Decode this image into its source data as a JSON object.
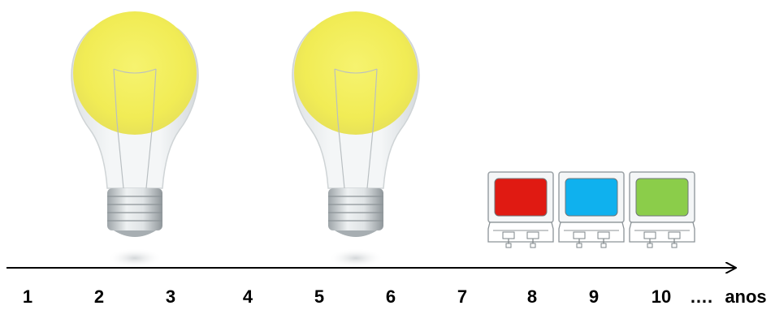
{
  "timeline": {
    "ticks": [
      "1",
      "2",
      "3",
      "4",
      "5",
      "6",
      "7",
      "8",
      "9",
      "10"
    ],
    "ellipsis": "….",
    "unit_label": "anos"
  },
  "bulbs": [
    {
      "icon": "incandescent-bulb-icon",
      "glow_color": "#f2ee5a"
    },
    {
      "icon": "incandescent-bulb-icon",
      "glow_color": "#f2ee5a"
    }
  ],
  "led_chips": [
    {
      "icon": "led-chip-icon",
      "color": "#e01a12"
    },
    {
      "icon": "led-chip-icon",
      "color": "#0fb1ee"
    },
    {
      "icon": "led-chip-icon",
      "color": "#8bcd4a"
    }
  ],
  "colors": {
    "axis": "#000000",
    "bulb_glass": "#e8ebec",
    "bulb_base": "#c9ced1"
  }
}
